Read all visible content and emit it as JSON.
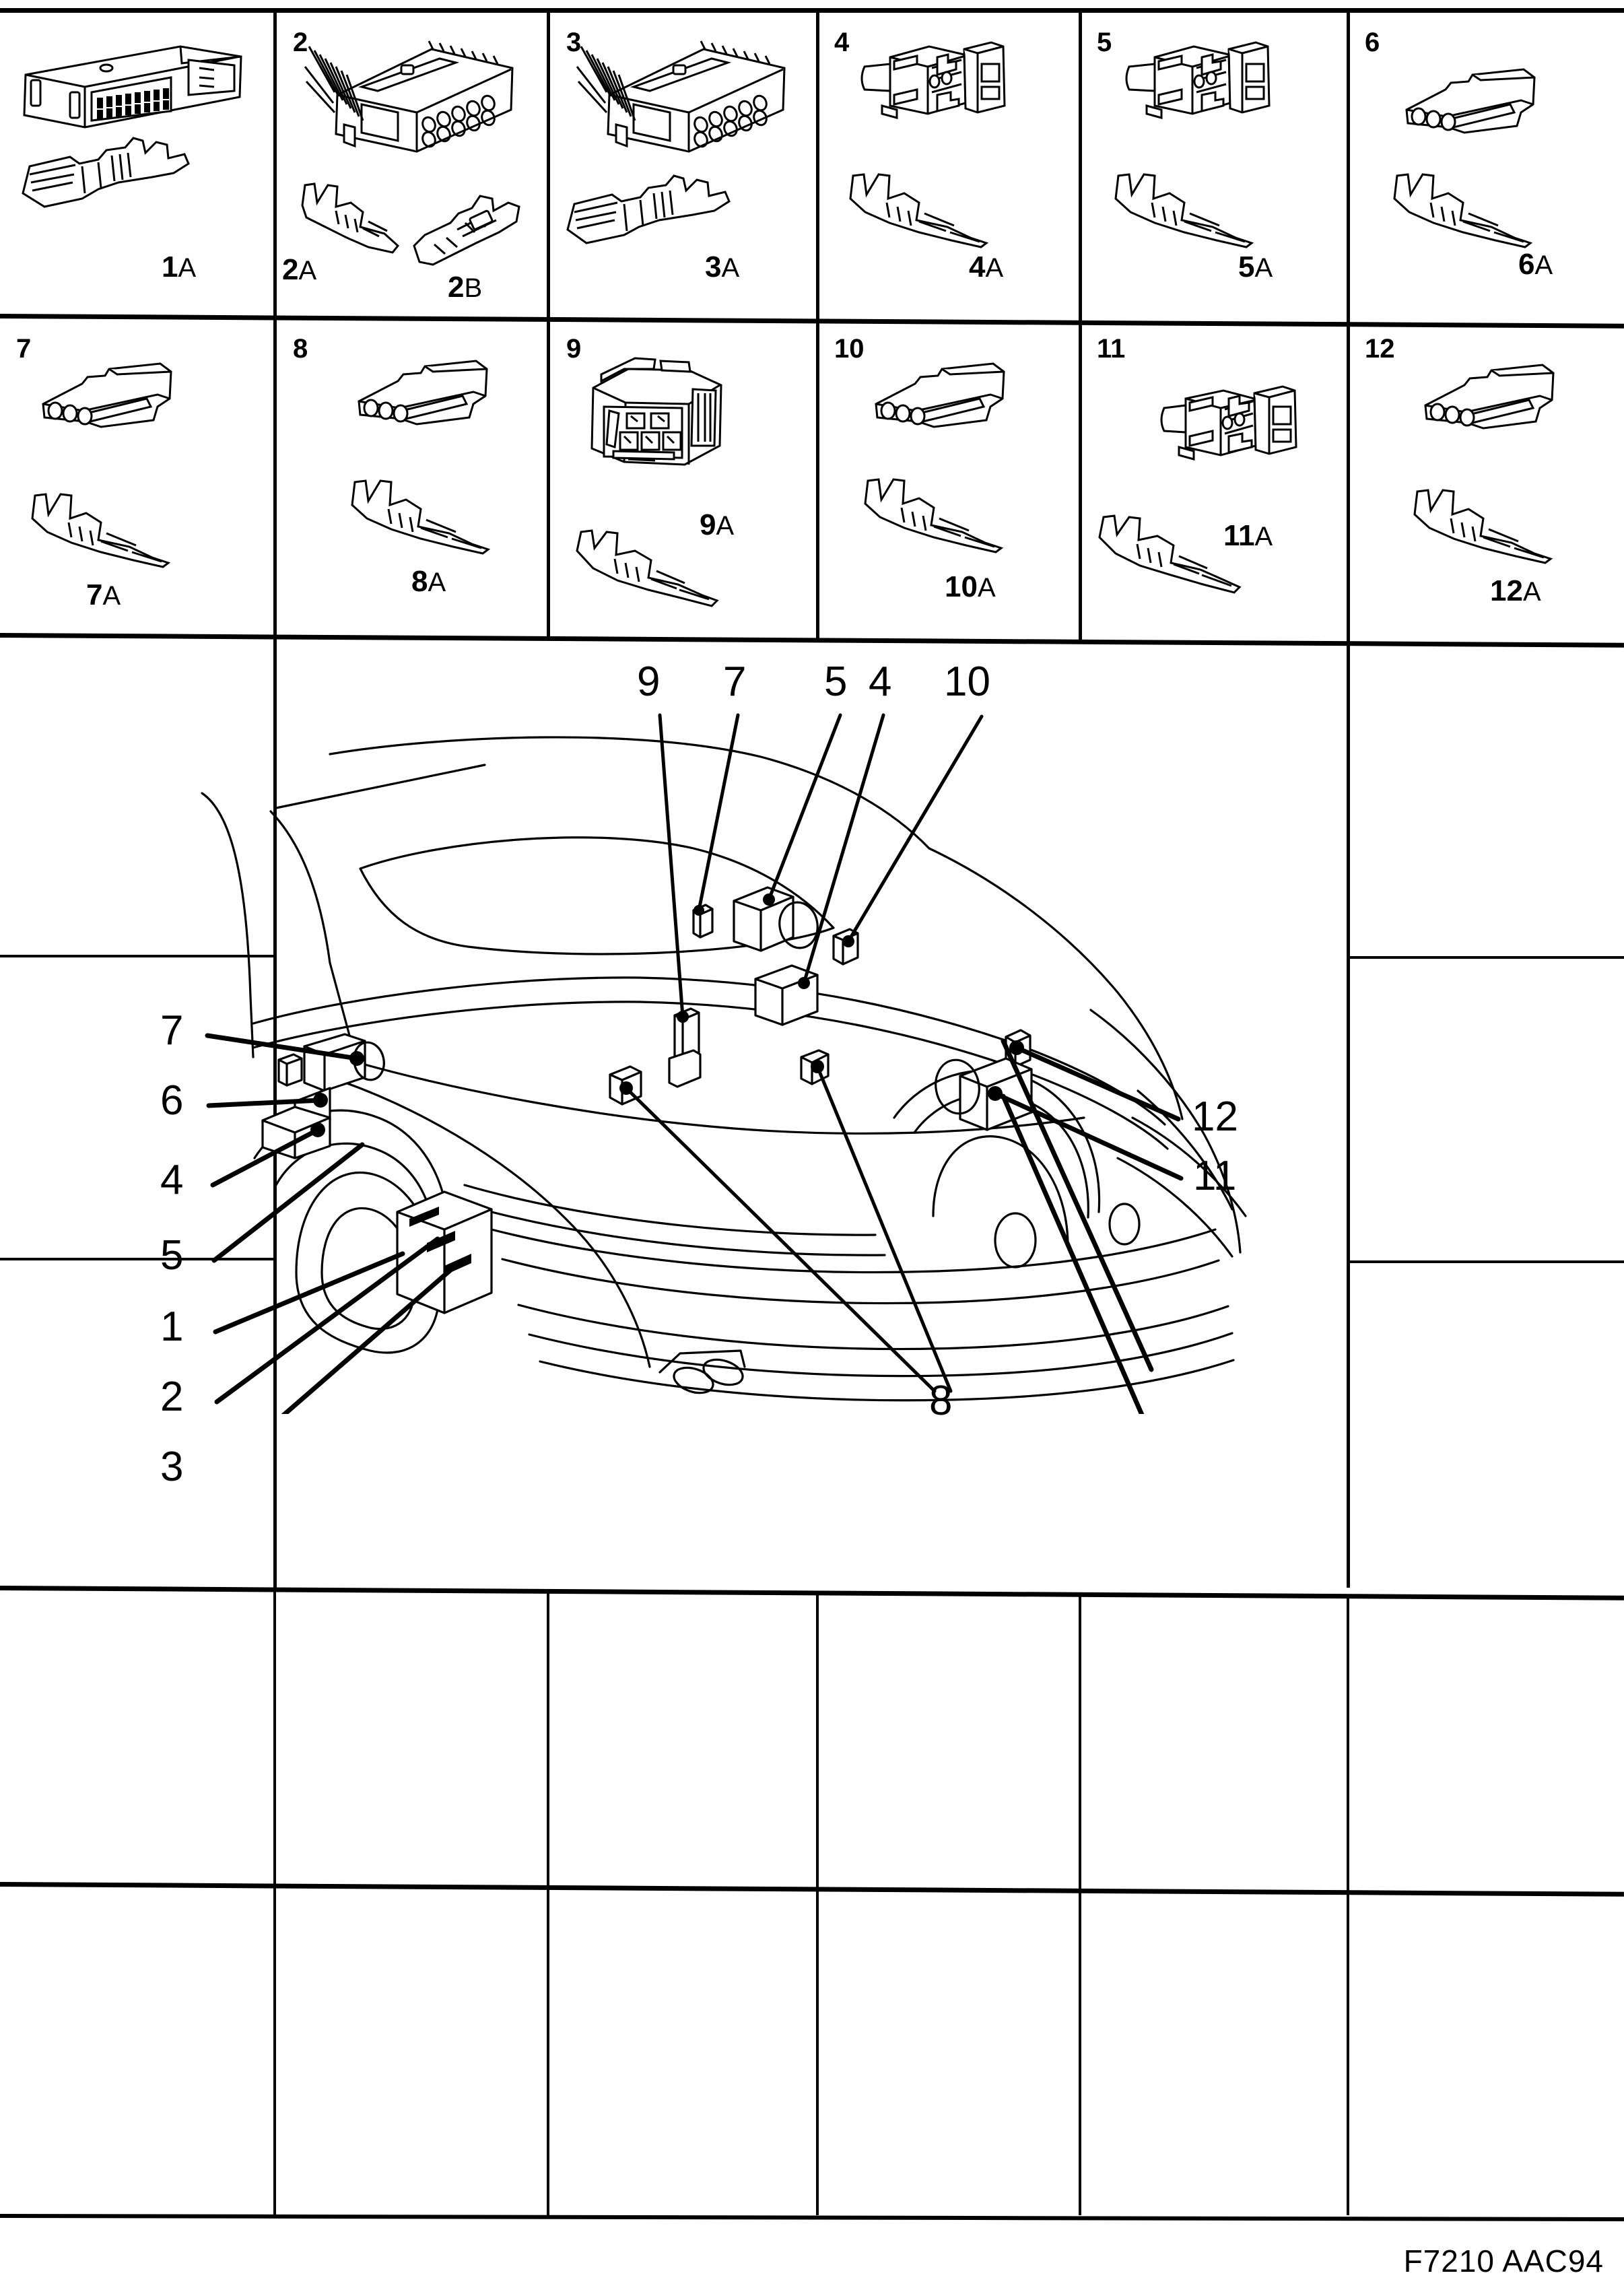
{
  "document": {
    "footer_code": "F7210 AAC94",
    "type": "automotive wiring connector reference sheet"
  },
  "connector_grid": {
    "rows": 2,
    "columns": 6,
    "cells": [
      {
        "number": "1",
        "housing": "36-way rectangular multi-pin connector housing",
        "terminals": [
          {
            "label_num": "1",
            "label_suffix": "A",
            "kind": "blade terminal"
          }
        ]
      },
      {
        "number": "2",
        "housing": "multi-way comb-back connector housing",
        "terminals": [
          {
            "label_num": "2",
            "label_suffix": "A",
            "kind": "female terminal"
          },
          {
            "label_num": "2",
            "label_suffix": "B",
            "kind": "secondary lock terminal"
          }
        ]
      },
      {
        "number": "3",
        "housing": "multi-way comb-back connector housing",
        "terminals": [
          {
            "label_num": "3",
            "label_suffix": "A",
            "kind": "blade terminal"
          }
        ]
      },
      {
        "number": "4",
        "housing": "2-way square relay-style connector",
        "terminals": [
          {
            "label_num": "4",
            "label_suffix": "A",
            "kind": "female terminal"
          }
        ]
      },
      {
        "number": "5",
        "housing": "2-way square relay-style connector",
        "terminals": [
          {
            "label_num": "5",
            "label_suffix": "A",
            "kind": "female terminal"
          }
        ]
      },
      {
        "number": "6",
        "housing": "3-way inline connector",
        "terminals": [
          {
            "label_num": "6",
            "label_suffix": "A",
            "kind": "female terminal"
          }
        ]
      },
      {
        "number": "7",
        "housing": "3-way inline connector",
        "terminals": [
          {
            "label_num": "7",
            "label_suffix": "A",
            "kind": "female terminal"
          }
        ]
      },
      {
        "number": "8",
        "housing": "3-way inline connector",
        "terminals": [
          {
            "label_num": "8",
            "label_suffix": "A",
            "kind": "female terminal"
          }
        ]
      },
      {
        "number": "9",
        "housing": "6-way boxed connector with shroud",
        "terminals": [
          {
            "label_num": "9",
            "label_suffix": "A",
            "kind": "female terminal"
          }
        ]
      },
      {
        "number": "10",
        "housing": "3-way inline connector",
        "terminals": [
          {
            "label_num": "10",
            "label_suffix": "A",
            "kind": "female terminal"
          }
        ]
      },
      {
        "number": "11",
        "housing": "2-way square relay-style connector",
        "terminals": [
          {
            "label_num": "11",
            "label_suffix": "A",
            "kind": "female terminal"
          }
        ]
      },
      {
        "number": "12",
        "housing": "3-way inline connector",
        "terminals": [
          {
            "label_num": "12",
            "label_suffix": "A",
            "kind": "female terminal"
          }
        ]
      }
    ]
  },
  "vehicle_diagram": {
    "view": "rear three-quarter view of hatchback / estate body, tailgate area",
    "callouts_left": [
      "7",
      "6",
      "4",
      "5",
      "1",
      "2",
      "3"
    ],
    "callouts_top": [
      "9",
      "7",
      "5",
      "4",
      "10"
    ],
    "callouts_right": [
      "12",
      "11"
    ],
    "callouts_bottom": [
      "8"
    ]
  }
}
